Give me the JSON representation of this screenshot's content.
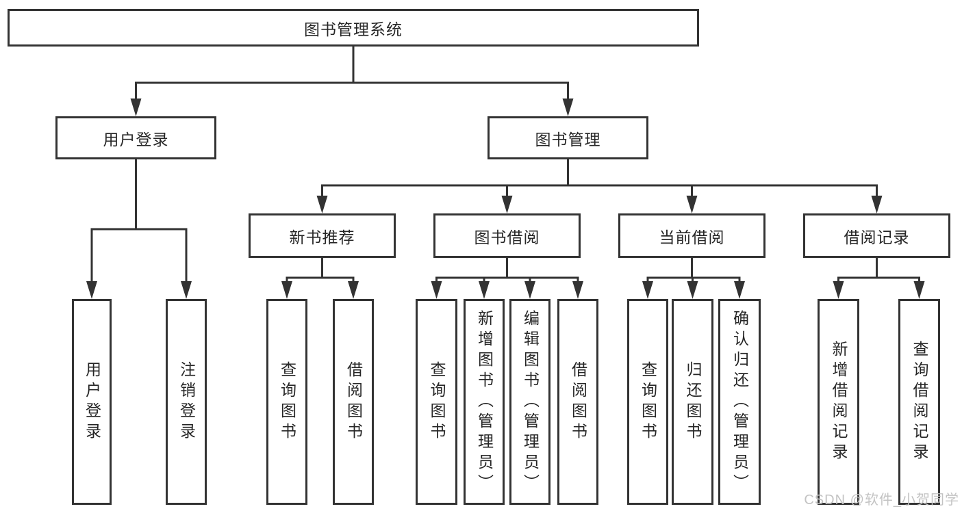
{
  "tree": {
    "label": "图书管理系统",
    "children": [
      {
        "label": "用户登录",
        "children": [
          {
            "label": "用户登录"
          },
          {
            "label": "注销登录"
          }
        ]
      },
      {
        "label": "图书管理",
        "children": [
          {
            "label": "新书推荐",
            "children": [
              {
                "label": "查询图书"
              },
              {
                "label": "借阅图书"
              }
            ]
          },
          {
            "label": "图书借阅",
            "children": [
              {
                "label": "查询图书"
              },
              {
                "label": "新增图书（管理员）"
              },
              {
                "label": "编辑图书（管理员）"
              },
              {
                "label": "借阅图书"
              }
            ]
          },
          {
            "label": "当前借阅",
            "children": [
              {
                "label": "查询图书"
              },
              {
                "label": "归还图书"
              },
              {
                "label": "确认归还（管理员）"
              }
            ]
          },
          {
            "label": "借阅记录",
            "children": [
              {
                "label": "新增借阅记录"
              },
              {
                "label": "查询借阅记录"
              }
            ]
          }
        ]
      }
    ]
  },
  "watermark": {
    "text": "CSDN @软件_小贺同学"
  },
  "colors": {
    "line": "#333333",
    "box_border": "#333333",
    "text": "#262626",
    "background": "#ffffff",
    "watermark": "#c3c3c3"
  }
}
